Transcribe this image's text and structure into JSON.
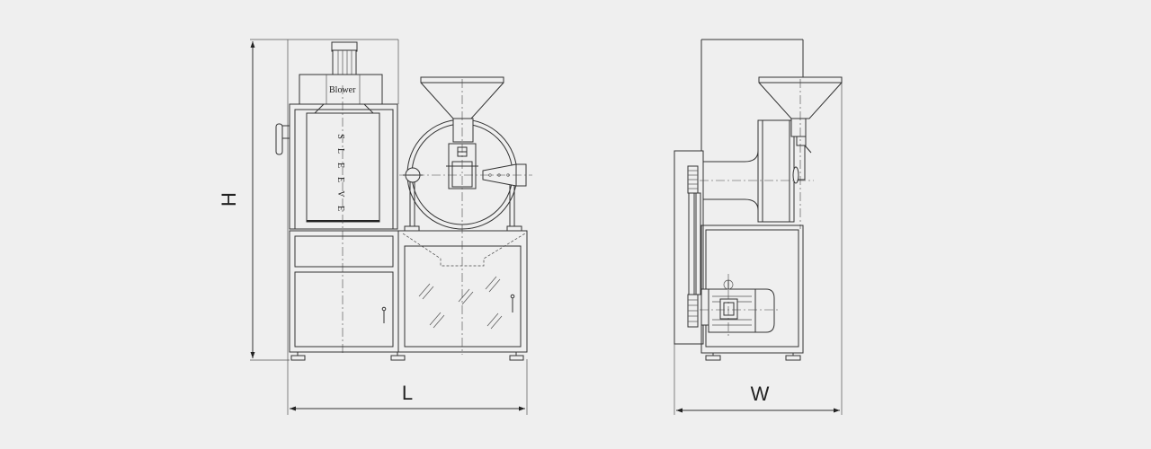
{
  "labels": {
    "blower": "Blower",
    "sleeve_letters": [
      "S",
      "L",
      "E",
      "E",
      "V",
      "E"
    ],
    "height_dim": "H",
    "length_dim": "L",
    "width_dim": "W"
  },
  "colors": {
    "background": "#efefef",
    "line": "#333333"
  }
}
